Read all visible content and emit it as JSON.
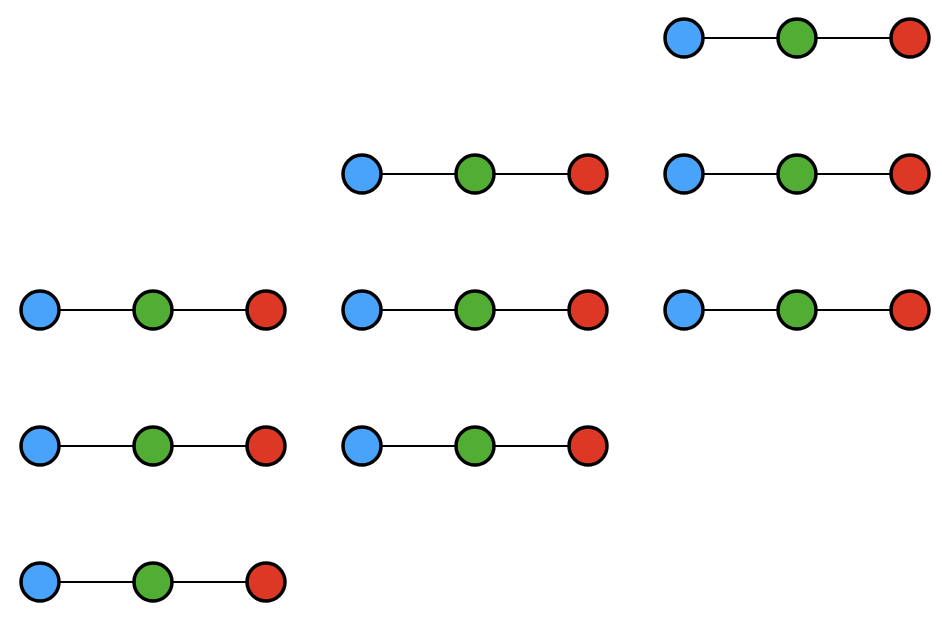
{
  "diagram": {
    "colors": {
      "node_1": "#49a3fb",
      "node_2": "#52ad35",
      "node_3": "#dd3826",
      "edge": "#000000",
      "background": "#ffffff"
    },
    "node_order": [
      "node_1",
      "node_2",
      "node_3"
    ],
    "columns": [
      {
        "column": 1,
        "chain_rows": [
          3,
          4,
          5
        ]
      },
      {
        "column": 2,
        "chain_rows": [
          2,
          3,
          4
        ]
      },
      {
        "column": 3,
        "chain_rows": [
          1,
          2,
          3
        ]
      }
    ]
  }
}
